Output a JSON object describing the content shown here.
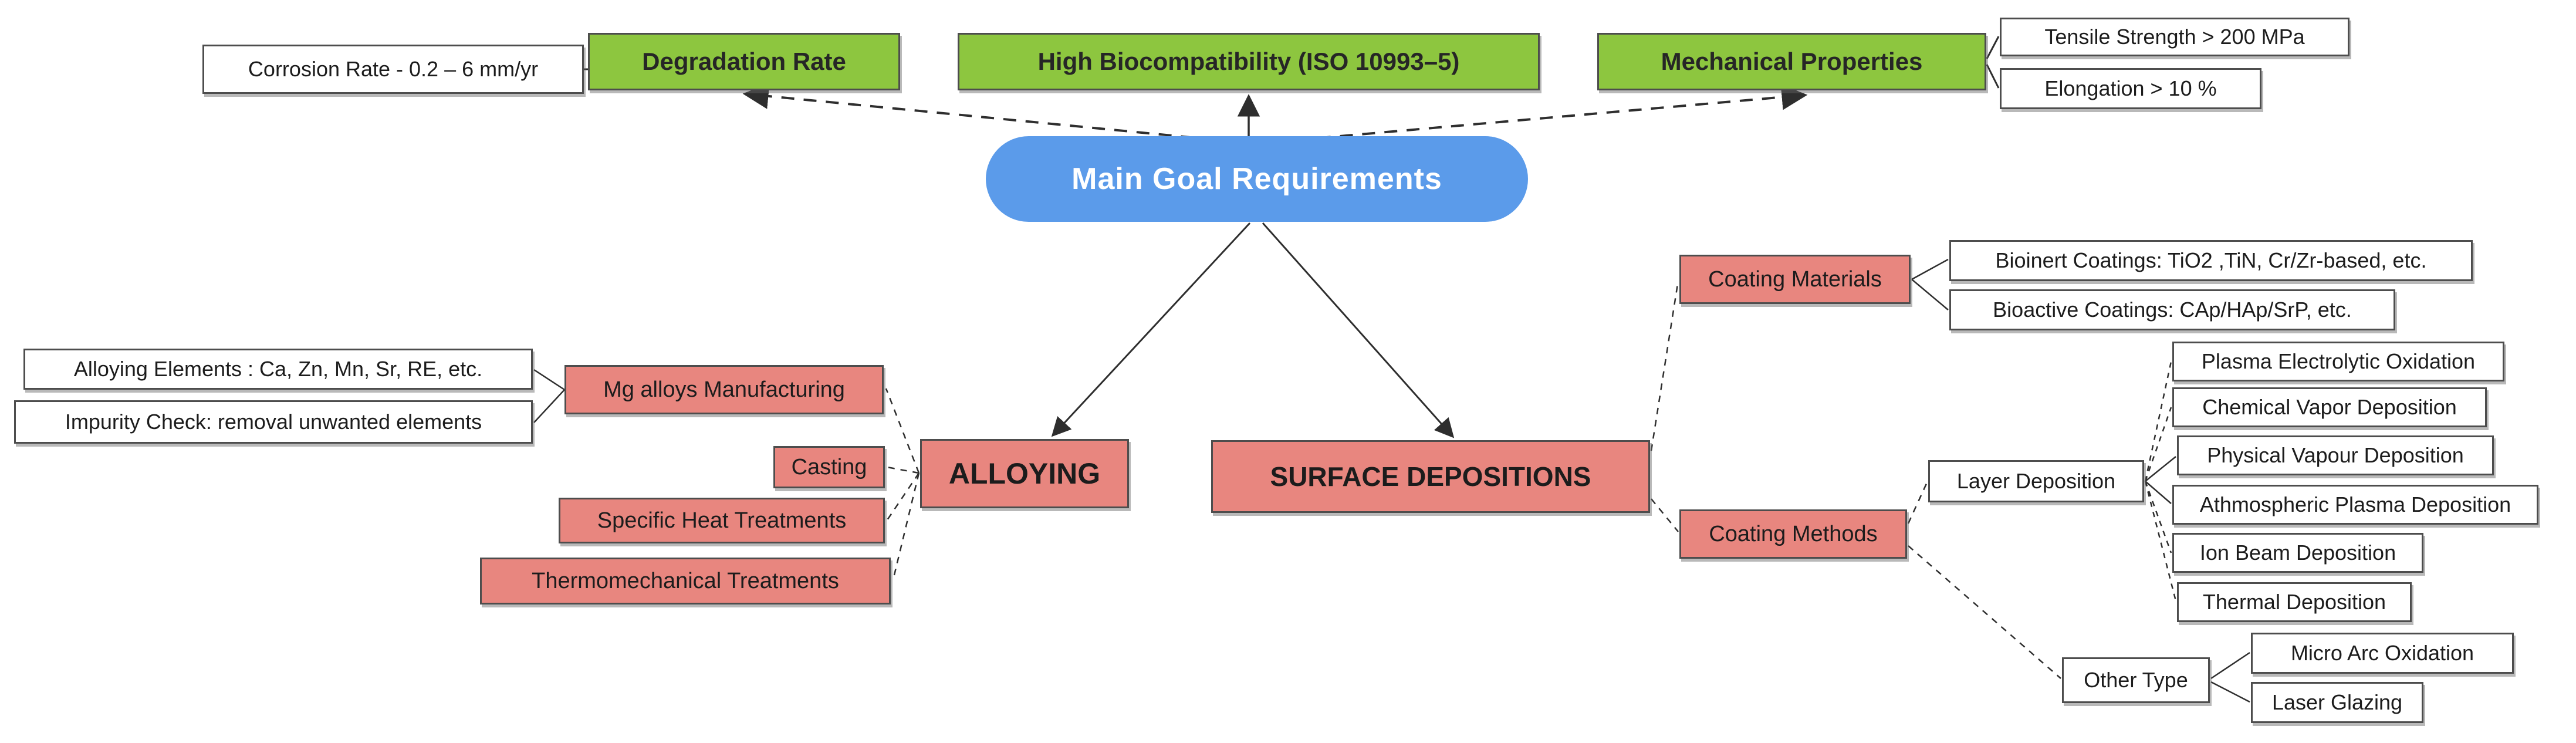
{
  "diagram": {
    "colors": {
      "requirement_fill": "#8dc63f",
      "process_fill": "#e8867f",
      "root_fill": "#5b9bea",
      "note_fill": "#ffffff",
      "line_color": "#2e2e2e",
      "border_color": "#4d4d4d"
    },
    "nodes": {
      "root": "Main Goal Requirements",
      "req_degradation": "Degradation Rate",
      "req_biocompat": "High Biocompatibility (ISO 10993–5)",
      "req_mechanical": "Mechanical Properties",
      "note_corrosion": "Corrosion Rate - 0.2 – 6 mm/yr",
      "note_tensile": "Tensile Strength > 200 MPa",
      "note_elongation": "Elongation > 10 %",
      "alloying": "ALLOYING",
      "mg_manufacturing": "Mg alloys Manufacturing",
      "note_alloying_elements": "Alloying Elements : Ca, Zn, Mn, Sr, RE, etc.",
      "note_impurity": "Impurity Check: removal unwanted elements",
      "casting": "Casting",
      "specific_heat": "Specific Heat Treatments",
      "thermomech": "Thermomechanical Treatments",
      "surface": "SURFACE DEPOSITIONS",
      "coating_materials": "Coating Materials",
      "note_bioinert": "Bioinert Coatings: TiO2 ,TiN, Cr/Zr-based, etc.",
      "note_bioactive": "Bioactive Coatings: CAp/HAp/SrP, etc.",
      "coating_methods": "Coating Methods",
      "layer_deposition": "Layer Deposition",
      "method_peo": "Plasma Electrolytic Oxidation",
      "method_cvd": "Chemical Vapor Deposition",
      "method_pvd": "Physical Vapour Deposition",
      "method_apd": "Athmospheric Plasma Deposition",
      "method_ibd": "Ion Beam Deposition",
      "method_td": "Thermal Deposition",
      "other_type": "Other Type",
      "method_mao": "Micro Arc Oxidation",
      "method_laser": "Laser Glazing"
    },
    "structure": {
      "root_children_dashed_arrows": [
        "req_degradation",
        "req_mechanical"
      ],
      "root_children_solid_arrows": [
        "req_biocompat",
        "alloying",
        "surface"
      ],
      "req_degradation_notes": [
        "note_corrosion"
      ],
      "req_mechanical_notes": [
        "note_tensile",
        "note_elongation"
      ],
      "alloying_children": [
        "mg_manufacturing",
        "casting",
        "specific_heat",
        "thermomech"
      ],
      "mg_manufacturing_notes": [
        "note_alloying_elements",
        "note_impurity"
      ],
      "surface_children": [
        "coating_materials",
        "coating_methods"
      ],
      "coating_materials_notes": [
        "note_bioinert",
        "note_bioactive"
      ],
      "coating_methods_children": [
        "layer_deposition",
        "other_type"
      ],
      "layer_deposition_children": [
        "method_peo",
        "method_cvd",
        "method_pvd",
        "method_apd",
        "method_ibd",
        "method_td"
      ],
      "other_type_children": [
        "method_mao",
        "method_laser"
      ]
    }
  }
}
